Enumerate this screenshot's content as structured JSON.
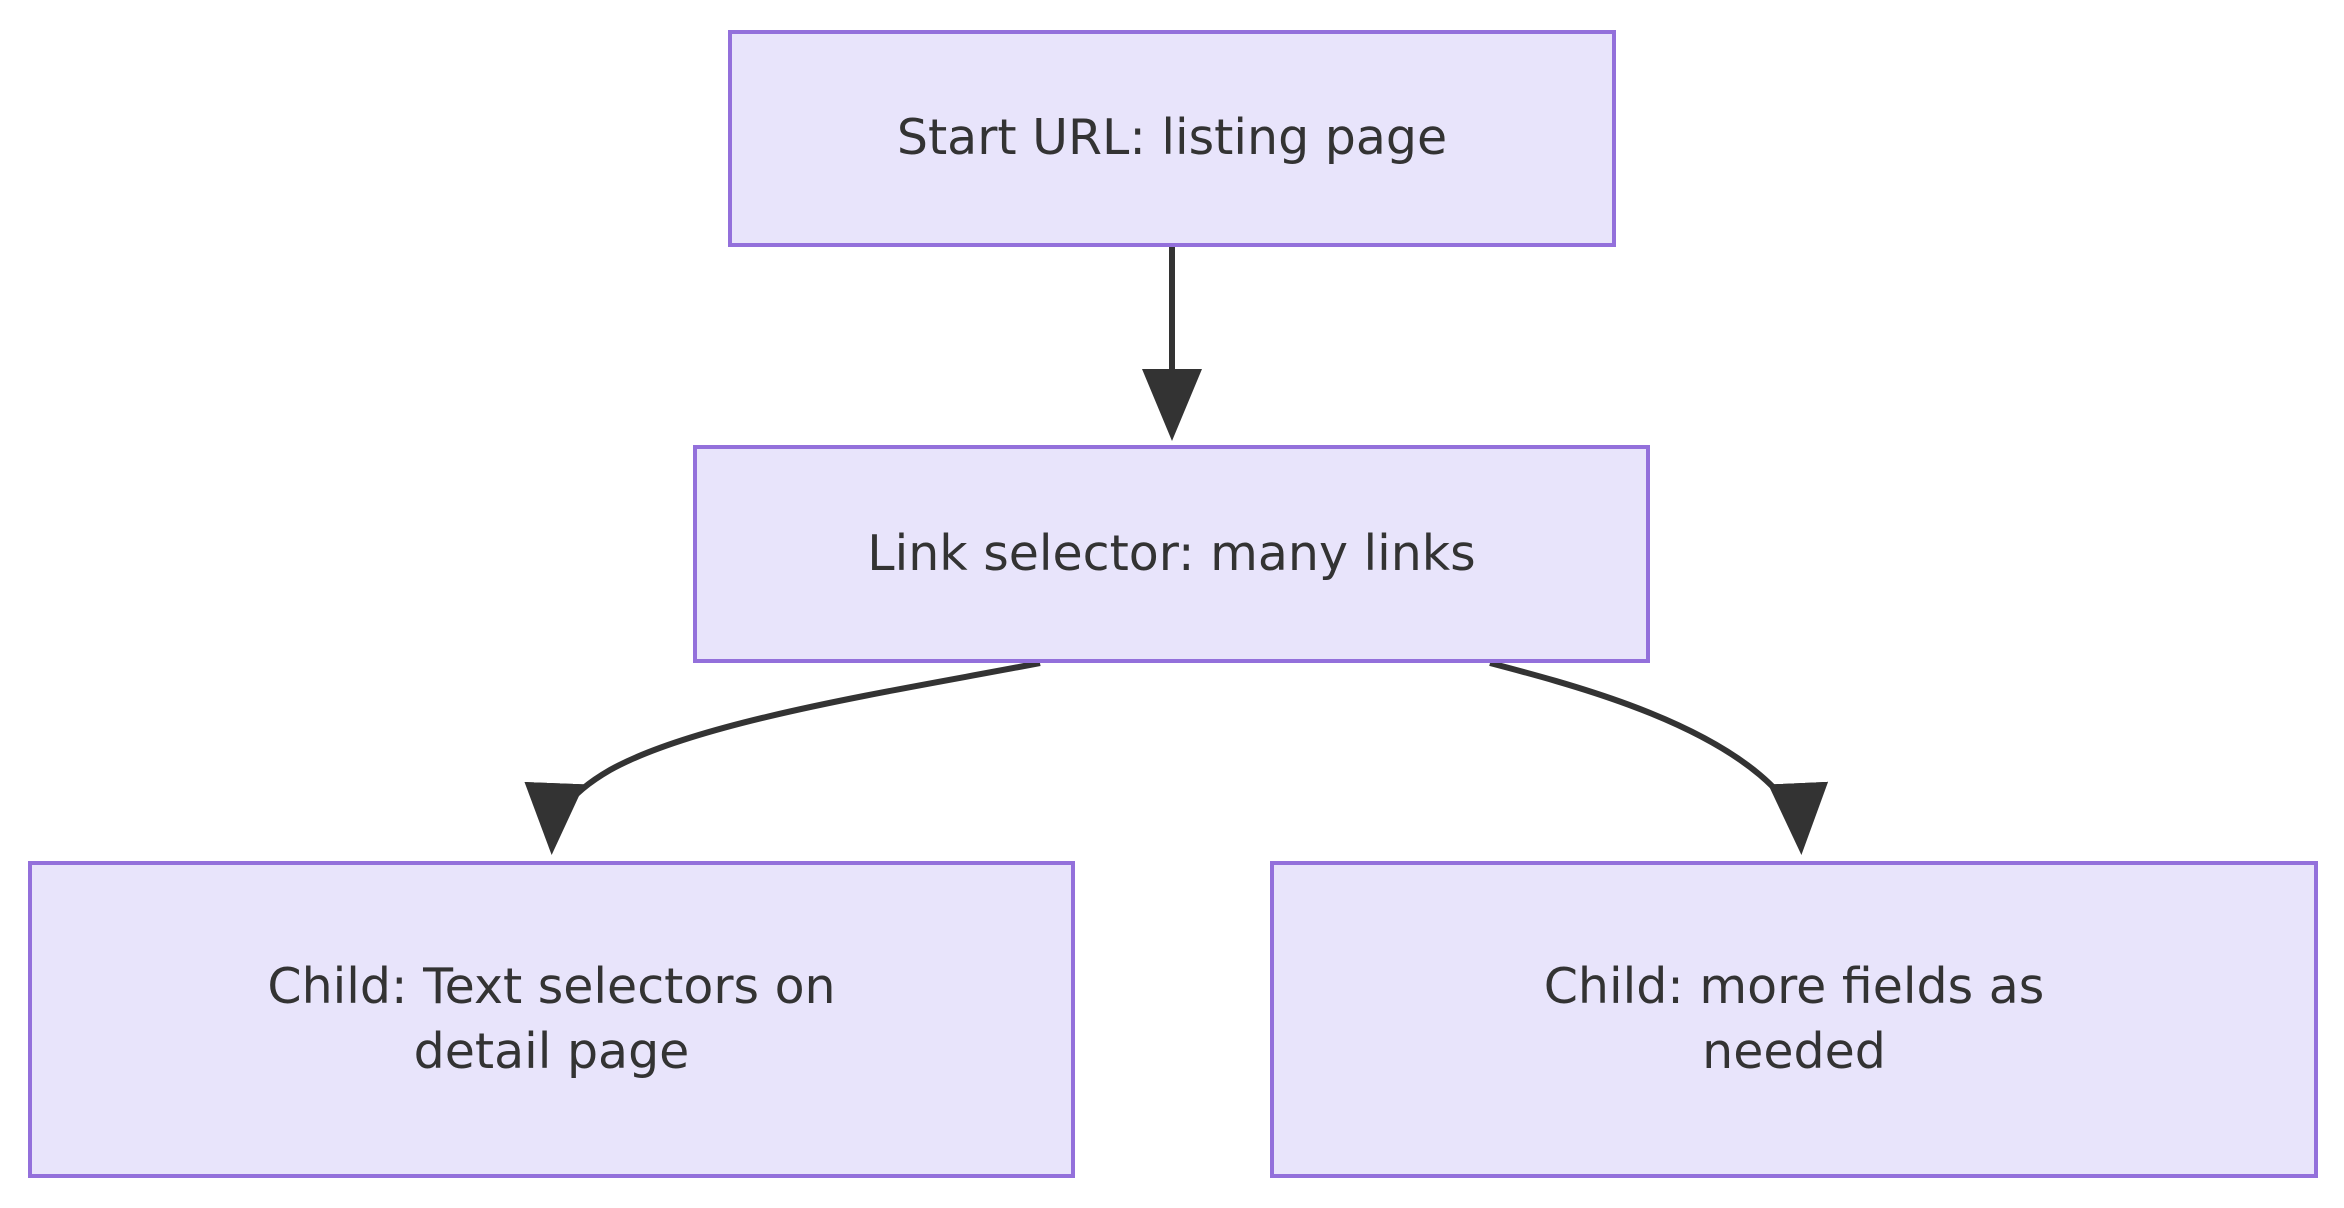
{
  "diagram": {
    "type": "flowchart",
    "direction": "top-to-bottom",
    "background_color": "#ffffff",
    "node_fill_color": "#e8e4fb",
    "node_border_color": "#9370db",
    "node_text_color": "#333333",
    "edge_color": "#333333",
    "nodes": [
      {
        "id": "start",
        "label": "Start URL: listing page",
        "lines": [
          "Start URL: listing page"
        ]
      },
      {
        "id": "linksel",
        "label": "Link selector: many links",
        "lines": [
          "Link selector: many links"
        ]
      },
      {
        "id": "child_text",
        "label": "Child: Text selectors on\ndetail page",
        "lines": [
          "Child: Text selectors on",
          "detail page"
        ]
      },
      {
        "id": "child_more",
        "label": "Child: more fields as\nneeded",
        "lines": [
          "Child: more fields as",
          "needed"
        ]
      }
    ],
    "edges": [
      {
        "id": "e1",
        "from": "start",
        "to": "linksel",
        "style": "straight-arrow"
      },
      {
        "id": "e2",
        "from": "linksel",
        "to": "child_text",
        "style": "curved-arrow"
      },
      {
        "id": "e3",
        "from": "linksel",
        "to": "child_more",
        "style": "curved-arrow"
      }
    ]
  }
}
